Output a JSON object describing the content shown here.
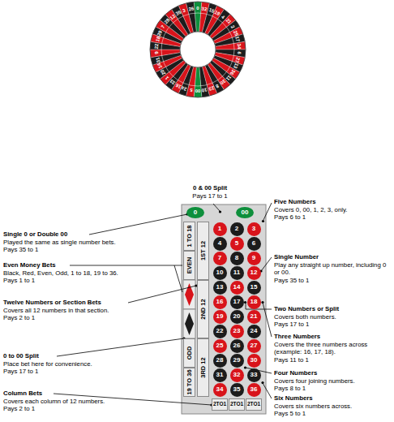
{
  "diagram": {
    "nodes": [
      {
        "text": [
          "0"
        ]
      },
      {
        "text": [
          "00"
        ]
      },
      {
        "text": [
          "1"
        ]
      },
      {
        "text": [
          "2"
        ]
      },
      {
        "text": [
          "3"
        ]
      },
      {
        "text": [
          "4"
        ]
      },
      {
        "text": [
          "5"
        ]
      },
      {
        "text": [
          "6"
        ]
      },
      {
        "text": [
          "7"
        ]
      },
      {
        "text": [
          "8"
        ]
      },
      {
        "text": [
          "9"
        ]
      },
      {
        "text": [
          "10"
        ]
      },
      {
        "text": [
          "11"
        ]
      },
      {
        "text": [
          "12"
        ]
      },
      {
        "text": [
          "13"
        ]
      },
      {
        "text": [
          "14"
        ]
      },
      {
        "text": [
          "15"
        ]
      },
      {
        "text": [
          "16"
        ]
      },
      {
        "text": [
          "17"
        ]
      },
      {
        "text": [
          "18"
        ]
      },
      {
        "text": [
          "19"
        ]
      },
      {
        "text": [
          "20"
        ]
      },
      {
        "text": [
          "21"
        ]
      },
      {
        "text": [
          "22"
        ]
      },
      {
        "text": [
          "23"
        ]
      },
      {
        "text": [
          "24"
        ]
      },
      {
        "text": [
          "25"
        ]
      },
      {
        "text": [
          "26"
        ]
      },
      {
        "text": [
          "27"
        ]
      },
      {
        "text": [
          "28"
        ]
      },
      {
        "text": [
          "29"
        ]
      },
      {
        "text": [
          "30"
        ]
      },
      {
        "text": [
          "31"
        ]
      },
      {
        "text": [
          "32"
        ]
      },
      {
        "text": [
          "33"
        ]
      },
      {
        "text": [
          "34"
        ]
      },
      {
        "text": [
          "35"
        ]
      },
      {
        "text": [
          "36"
        ]
      },
      {
        "text": [
          "1ST 12"
        ]
      },
      {
        "text": [
          "2ND 12"
        ]
      },
      {
        "text": [
          "3RD 12"
        ]
      },
      {
        "text": [
          "1 TO 18"
        ]
      },
      {
        "text": [
          "EVEN"
        ]
      },
      {
        "text": [
          "ODD"
        ]
      },
      {
        "text": [
          "19 TO 36"
        ]
      },
      {
        "text": [
          "2TO1"
        ]
      },
      {
        "text": [
          "2TO1"
        ]
      },
      {
        "text": [
          "2TO1"
        ]
      }
    ],
    "labels": [
      "0",
      "32",
      "15",
      "19",
      "4",
      "21",
      "2",
      "25",
      "17",
      "34",
      "6",
      "27",
      "13",
      "36",
      "11",
      "30",
      "8",
      "23",
      "10",
      "00",
      "5",
      "24",
      "16",
      "33",
      "1",
      "20",
      "14",
      "31",
      "9",
      "22",
      "18",
      "29",
      "7",
      "28",
      "12",
      "35",
      "3",
      "26",
      "0 & 00 Split",
      "Pays 17 to 1",
      "Single 0 or Double 00",
      "Played the same as single number bets.",
      "Pays 35 to 1",
      "Five Numbers",
      "Covers 0, 00, 1, 2, 3, only.",
      "Pays 6 to 1",
      "Single Number",
      "Play any straight up number, including 0 or 00.",
      "Pays 35 to 1",
      "Even Money Bets",
      "Black, Red, Even, Odd, 1 to 18, 19 to 36.",
      "Pays 1 to 1",
      "Twelve Numbers or Section Bets",
      "Covers all 12 numbers in that section.",
      "Pays 2 to 1",
      "Two Numbers or Split",
      "Covers both numbers.",
      "Pays 17 to 1",
      "Three Numbers",
      "Covers the three numbers across (example: 16, 17, 18).",
      "Pays 11 to 1",
      "Four Numbers",
      "Covers four joining numbers.",
      "Pays 8 to 1",
      "0 to 00 Split",
      "Place bet here for convenience.",
      "Pays 17 to 1",
      "Six Numbers",
      "Covers six numbers across.",
      "Pays 5 to 1",
      "Column Bets",
      "Covers each column of 12 numbers.",
      "Pays 2 to 1"
    ]
  }
}
